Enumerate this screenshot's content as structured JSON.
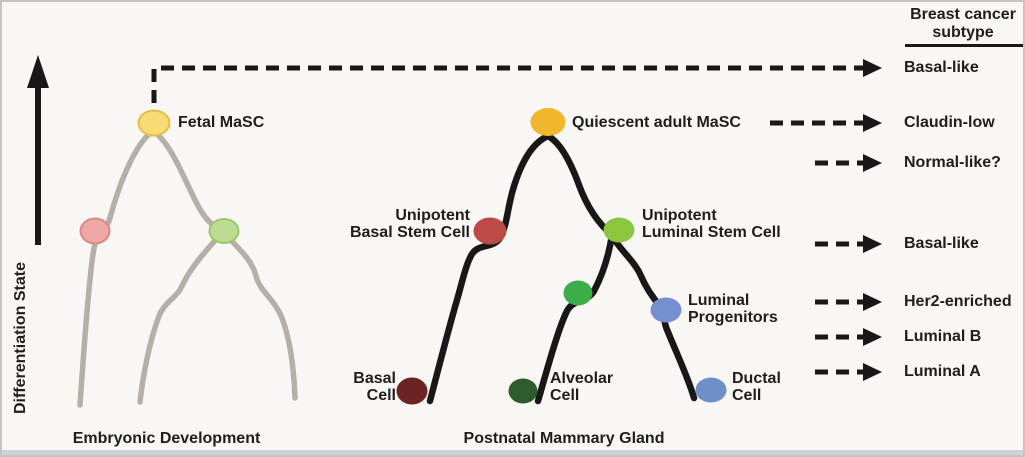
{
  "axis": {
    "label": "Differentiation State"
  },
  "embryonic": {
    "caption": "Embryonic Development",
    "fetal_masc": {
      "label": "Fetal MaSC",
      "color": "#f7dc74",
      "border_color": "#dfbe4e"
    },
    "pink_progenitor": {
      "color": "#efa8a6",
      "border_color": "#d98885"
    },
    "green_progenitor": {
      "color": "#bddc92",
      "border_color": "#9bc56c"
    }
  },
  "postnatal": {
    "caption": "Postnatal Mammary Gland",
    "quiescent_masc": {
      "label": "Quiescent adult MaSC",
      "color": "#f1b62b"
    },
    "unipotent_basal": {
      "line1": "Unipotent",
      "line2": "Basal Stem Cell",
      "color": "#bd4a47"
    },
    "unipotent_luminal": {
      "line1": "Unipotent",
      "line2": "Luminal Stem Cell",
      "color": "#8cc63f"
    },
    "alveolar_progenitor": {
      "color": "#3bad49"
    },
    "luminal_progenitors": {
      "line1": "Luminal",
      "line2": "Progenitors",
      "color": "#7590ce"
    },
    "basal_cell": {
      "line1": "Basal",
      "line2": "Cell",
      "color": "#6b2423"
    },
    "alveolar_cell": {
      "line1": "Alveolar",
      "line2": "Cell",
      "color": "#2f5c2f"
    },
    "ductal_cell": {
      "line1": "Ductal",
      "line2": "Cell",
      "color": "#6f8fcb"
    }
  },
  "subtypes": {
    "header_line1": "Breast cancer",
    "header_line2": "subtype",
    "items": [
      "Basal-like",
      "Claudin-low",
      "Normal-like?",
      "Basal-like",
      "Her2-enriched",
      "Luminal B",
      "Luminal A"
    ]
  },
  "colors": {
    "embryonic_tree_line": "#b5afa8",
    "postnatal_tree_line": "#1a1718",
    "arrow_line": "#1a1718",
    "text": "#211d1e"
  }
}
